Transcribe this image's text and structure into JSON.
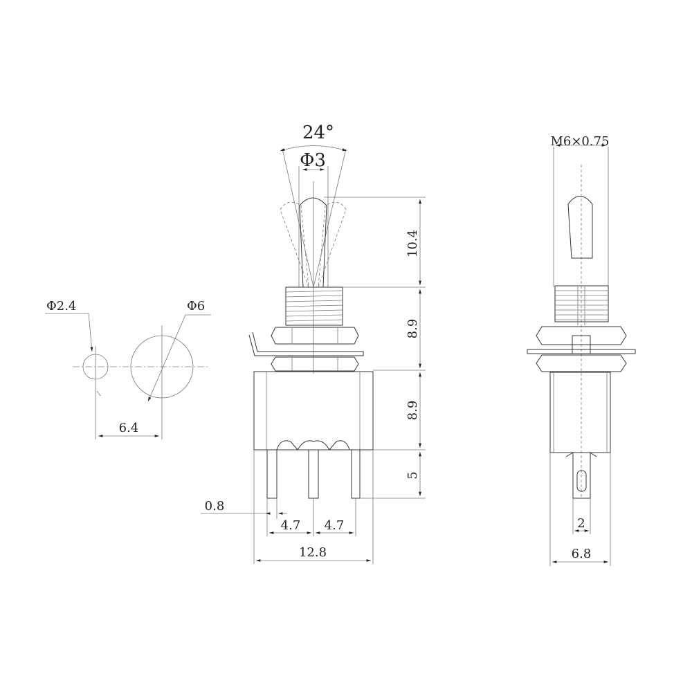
{
  "labels": {
    "angle": "24°",
    "lever_diameter": "Φ3",
    "thread": "M6×0.75",
    "lever_height": "10.4",
    "bushing_height": "8.9",
    "body_height": "8.9",
    "terminal_length": "5",
    "terminal_width": "0.8",
    "pitch_left": "4.7",
    "pitch_right": "4.7",
    "body_width": "12.8",
    "hole_small": "Φ2.4",
    "hole_large": "Φ6",
    "hole_spacing": "6.4",
    "terminal_side_width": "2",
    "body_depth": "6.8"
  }
}
